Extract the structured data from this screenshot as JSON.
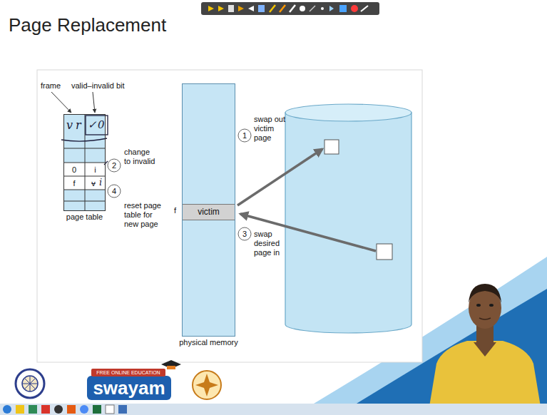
{
  "diagram": {
    "title": "Page Replacement",
    "nodes": [
      {
        "text": [
          "page table"
        ]
      },
      {
        "text": [
          "physical memory"
        ]
      },
      {
        "text": [
          "victim"
        ],
        "in": 1
      }
    ],
    "labels": [
      "frame",
      "valid–invalid bit",
      "v",
      "r",
      "✓",
      "0",
      "0",
      "i",
      "f",
      "v",
      "i",
      "1",
      "swap out victim page",
      "2",
      "change to invalid",
      "3",
      "swap desired page in",
      "4",
      "reset page table for new page",
      "f",
      "FREE ONLINE EDUCATION",
      "swayam"
    ]
  }
}
